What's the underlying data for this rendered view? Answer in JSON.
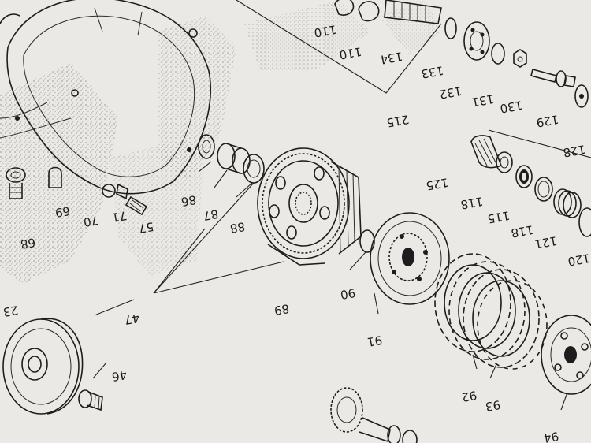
{
  "parts": [
    {
      "key": "p110a",
      "text": "110"
    },
    {
      "key": "p110b",
      "text": "110"
    },
    {
      "key": "p134",
      "text": "134"
    },
    {
      "key": "p133",
      "text": "133"
    },
    {
      "key": "p132",
      "text": "132"
    },
    {
      "key": "p131",
      "text": "131"
    },
    {
      "key": "p130",
      "text": "130"
    },
    {
      "key": "p129",
      "text": "129"
    },
    {
      "key": "p128",
      "text": "128"
    },
    {
      "key": "p215",
      "text": "215"
    },
    {
      "key": "p125",
      "text": "125"
    },
    {
      "key": "p118a",
      "text": "118"
    },
    {
      "key": "p115",
      "text": "115"
    },
    {
      "key": "p118b",
      "text": "118"
    },
    {
      "key": "p121",
      "text": "121"
    },
    {
      "key": "p120",
      "text": "120"
    },
    {
      "key": "p86",
      "text": "86"
    },
    {
      "key": "p87",
      "text": "87"
    },
    {
      "key": "p88",
      "text": "88"
    },
    {
      "key": "p70",
      "text": "70"
    },
    {
      "key": "p71",
      "text": "71"
    },
    {
      "key": "p57",
      "text": "57"
    },
    {
      "key": "p69",
      "text": "69"
    },
    {
      "key": "p68",
      "text": "68"
    },
    {
      "key": "p89",
      "text": "89"
    },
    {
      "key": "p90",
      "text": "90"
    },
    {
      "key": "p91",
      "text": "91"
    },
    {
      "key": "p47",
      "text": "47"
    },
    {
      "key": "p46",
      "text": "46"
    },
    {
      "key": "p23",
      "text": "23"
    },
    {
      "key": "p92",
      "text": "92"
    },
    {
      "key": "p93",
      "text": "93"
    },
    {
      "key": "p94",
      "text": "94"
    }
  ]
}
